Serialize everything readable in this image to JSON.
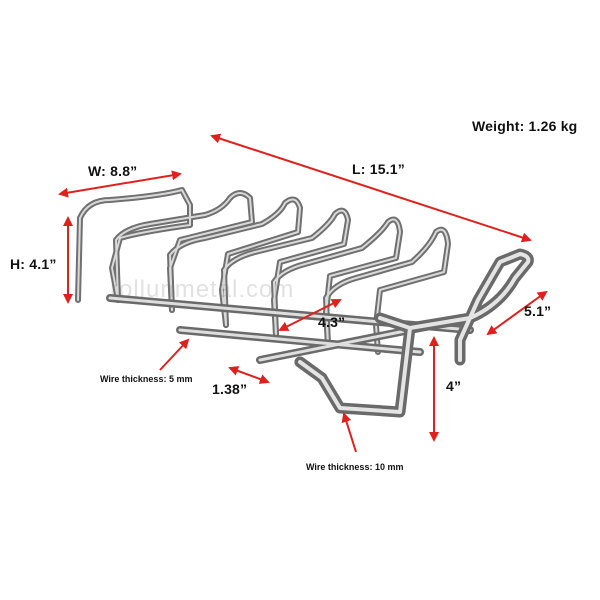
{
  "weight_label": "Weight: 1.26 kg",
  "watermark": "rollunmetal.com",
  "dimensions": {
    "width": "W: 8.8”",
    "length": "L: 15.1”",
    "height": "H: 4.1”",
    "end_width": "5.1”",
    "slot_width": "4.3”",
    "wire_spacing": "1.38”",
    "leg_height": "4”"
  },
  "wire_notes": {
    "thin": "Wire thickness: 5 mm",
    "thick": "Wire thickness: 10 mm"
  },
  "colors": {
    "arrow": "#e0201c",
    "steel_dark": "#6c6c6c",
    "steel_light": "#d8d8d8",
    "text": "#111111"
  }
}
